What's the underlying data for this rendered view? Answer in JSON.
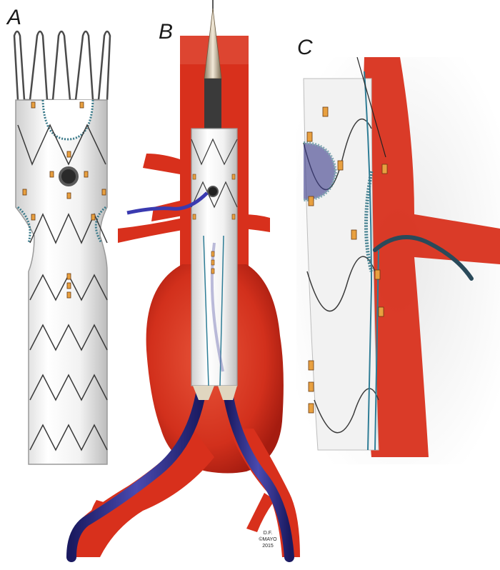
{
  "labels": {
    "a": "A",
    "b": "B",
    "c": "C"
  },
  "signature": {
    "line1": "D.F.",
    "line2": "©MAYO",
    "line3": "2015"
  },
  "colors": {
    "artery": "#d8301c",
    "artery_dark": "#a81c10",
    "graft": "#f4f4f4",
    "graft_shadow": "#c9c9c9",
    "stent_wire": "#444444",
    "marker": "#e8a040",
    "catheter": "#2a2a80",
    "guidewire": "#2f7d96",
    "suture": "#3a7a8a"
  }
}
